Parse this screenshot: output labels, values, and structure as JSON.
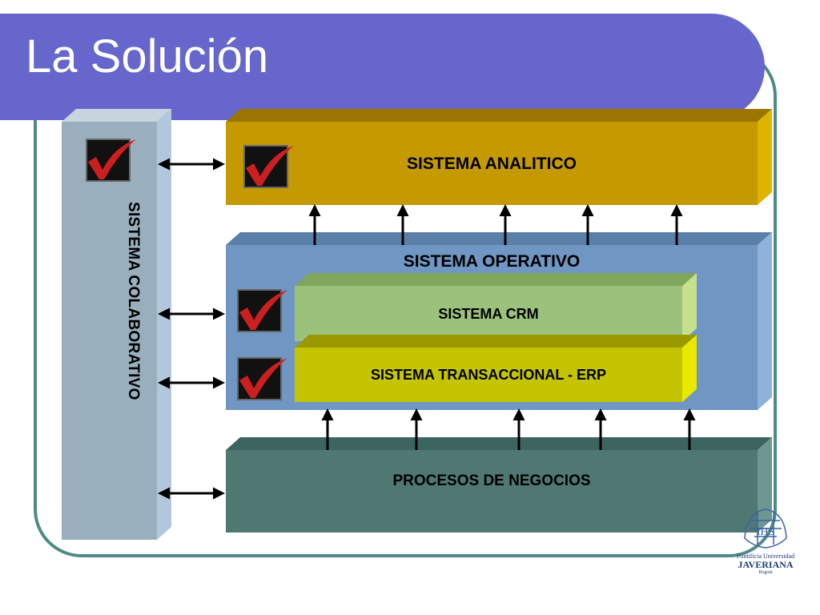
{
  "slide": {
    "title": "La Solución"
  },
  "diagram": {
    "collaborative": "SISTEMA COLABORATIVO",
    "analytic": "SISTEMA ANALITICO",
    "operative": "SISTEMA OPERATIVO",
    "crm": "SISTEMA CRM",
    "erp": "SISTEMA TRANSACCIONAL - ERP",
    "processes": "PROCESOS DE NEGOCIOS"
  },
  "logo": {
    "line1": "Pontificia Universidad",
    "line2": "JAVERIANA",
    "line3": "Bogotá"
  },
  "colors": {
    "title_band": "#6666cc",
    "frame": "#4f8a86",
    "collaborative": "#9aafbd",
    "analytic": "#c49a00",
    "operative": "#7096c3",
    "crm": "#9cc17a",
    "erp": "#c4c400",
    "processes": "#507872",
    "check": "#cc1f1f"
  },
  "icons": [
    "check-icon",
    "bidirectional-arrow-icon",
    "up-arrow-icon",
    "university-crest-icon"
  ]
}
